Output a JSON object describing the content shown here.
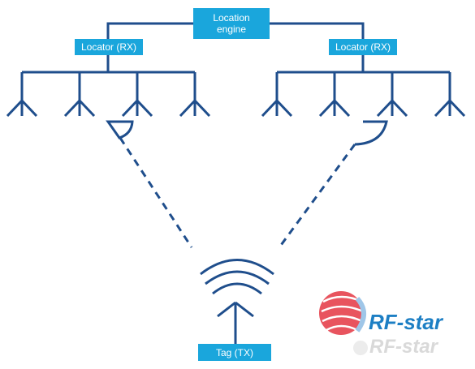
{
  "engine": {
    "label_line1": "Location",
    "label_line2": "engine"
  },
  "locators": [
    {
      "label": "Locator (RX)"
    },
    {
      "label": "Locator (RX)"
    }
  ],
  "tag": {
    "label": "Tag (TX)"
  },
  "watermark": {
    "text": "RF-star",
    "echo": "RF-star"
  },
  "colors": {
    "stroke": "#1f4e8c",
    "box_fill": "#1aa6dc",
    "box_text": "#ffffff",
    "logo_blue": "#1d7fc4",
    "logo_red": "#e8545e"
  }
}
